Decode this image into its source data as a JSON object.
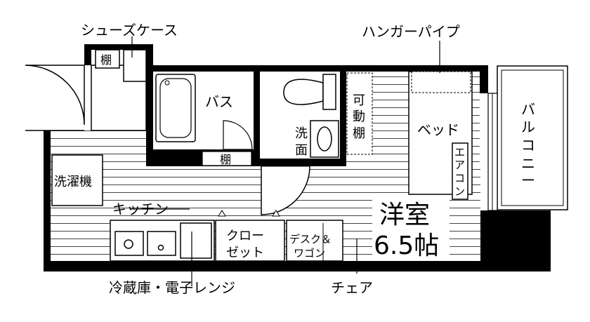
{
  "labels": {
    "shoe_case": "シューズケース",
    "hanger_pipe": "ハンガーパイプ",
    "shelf_top": "棚",
    "bath": "バス",
    "shelf_bath": "棚",
    "movable_shelf_1": "可",
    "movable_shelf_2": "動",
    "movable_shelf_3": "棚",
    "bed": "ベッド",
    "balcony_1": "バ",
    "balcony_2": "ル",
    "balcony_3": "コ",
    "balcony_4": "ニ",
    "balcony_5": "ー",
    "washbasin_1": "洗",
    "washbasin_2": "面",
    "aircon_1": "エ",
    "aircon_2": "ア",
    "aircon_3": "コ",
    "aircon_4": "ン",
    "washer": "洗濯機",
    "kitchen": "キッチン",
    "closet_1": "クロー",
    "closet_2": "ゼット",
    "desk_1": "デスク＆",
    "desk_2": "ワゴン",
    "room_name": "洋室",
    "room_size": "6.5帖",
    "fridge_microwave": "冷蔵庫・電子レンジ",
    "chair": "チェア"
  }
}
